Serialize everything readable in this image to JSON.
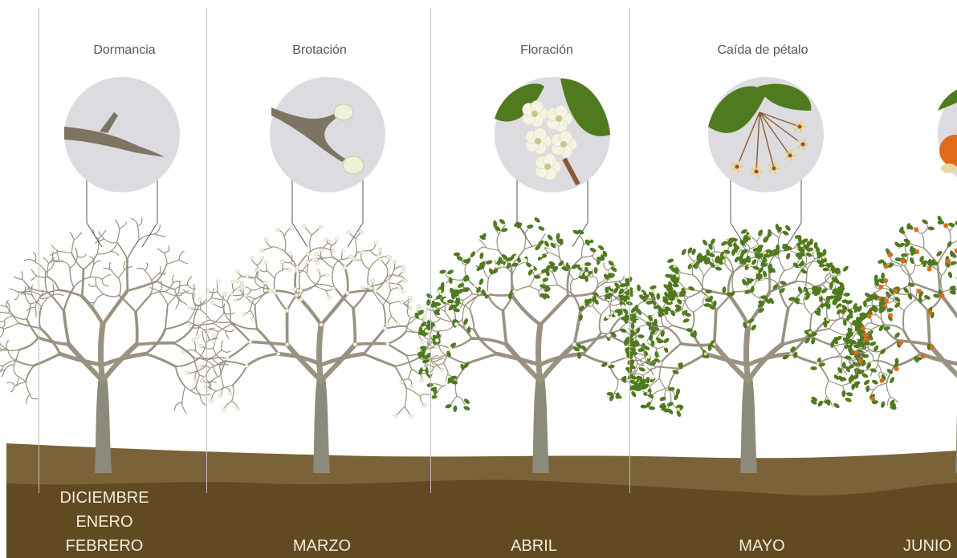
{
  "stages": [
    {
      "id": "dormancia",
      "title": "Dormancia",
      "months": [
        "DICIEMBRE",
        "ENERO",
        "FEBRERO"
      ],
      "badge": "twig-icon",
      "foliage": "none"
    },
    {
      "id": "brotacion",
      "title": "Brotación",
      "months": [
        "MARZO"
      ],
      "badge": "bud-icon",
      "foliage": "buds"
    },
    {
      "id": "floracion",
      "title": "Floración",
      "months": [
        "ABRIL"
      ],
      "badge": "flower-icon",
      "foliage": "leaves-flowers"
    },
    {
      "id": "caida-petalo",
      "title": "Caída de pétalo",
      "months": [
        "MAYO"
      ],
      "badge": "petal-fall-icon",
      "foliage": "leaves-dense"
    },
    {
      "id": "fructificacion",
      "title": "",
      "months": [
        "JUNIO"
      ],
      "badge": "fruit-icon",
      "foliage": "fruits"
    }
  ],
  "colors": {
    "soil_top": "#7a6338",
    "soil_bottom": "#614a21",
    "trunk": "#8c8a7a",
    "branch": "#9a9281",
    "badge_bg": "#dcdce0",
    "leaf": "#4f7a1e",
    "flower": "#f5f3e1",
    "fruit": "#e06a1a",
    "connector": "#555555"
  }
}
